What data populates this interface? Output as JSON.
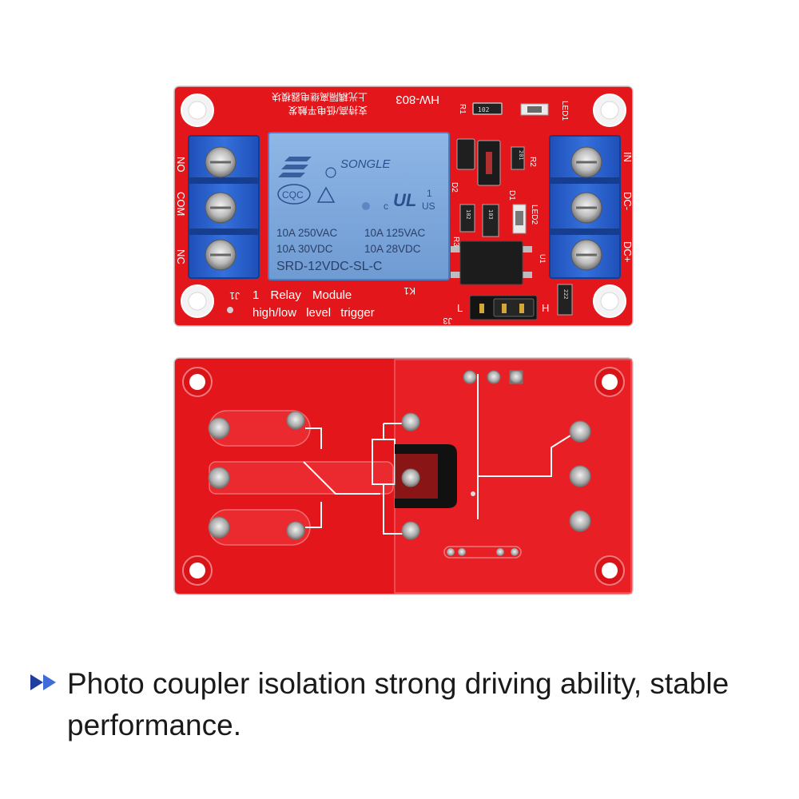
{
  "top_board": {
    "model": "HW-803",
    "chinese_line1": "支持高/低电平触发",
    "chinese_line2": "上光耦隔离继电器模块",
    "relay": {
      "brand": "SONGLE",
      "cert_cqc": "CQC",
      "ul_c": "c",
      "ul_us": "US",
      "ul_one": "1",
      "rating_left_1": "10A 250VAC",
      "rating_right_1": "10A 125VAC",
      "rating_left_2": "10A 30VDC",
      "rating_right_2": "10A 28VDC",
      "part_number": "SRD-12VDC-SL-C"
    },
    "left_terminal_labels": [
      "NO",
      "COM",
      "NC"
    ],
    "right_terminal_labels": [
      "IN",
      "DC-",
      "DC+"
    ],
    "j1_label": "J1",
    "k1_label": "K1",
    "silkscreen_line1": "1 Relay Module",
    "silkscreen_line2": "high/low level trigger",
    "jumper_l": "L",
    "jumper_h": "H",
    "jumper_label": "J3",
    "component_labels": {
      "r1": "R1",
      "r2": "R2",
      "r3": "R3",
      "d1": "D1",
      "d2": "D2",
      "led1": "LED1",
      "led2": "LED2",
      "u1": "U1",
      "r1_value": "102",
      "r2_value": "201",
      "r3_value": "222",
      "r4_value": "102",
      "r5_value": "103"
    }
  },
  "caption": {
    "text": "Photo coupler isolation strong driving ability, stable performance."
  },
  "colors": {
    "pcb_red": "#e3161b",
    "terminal_blue": "#2a5fd0",
    "relay_blue": "#7ea9dc",
    "bullet_blue": "#1e3f9e"
  }
}
